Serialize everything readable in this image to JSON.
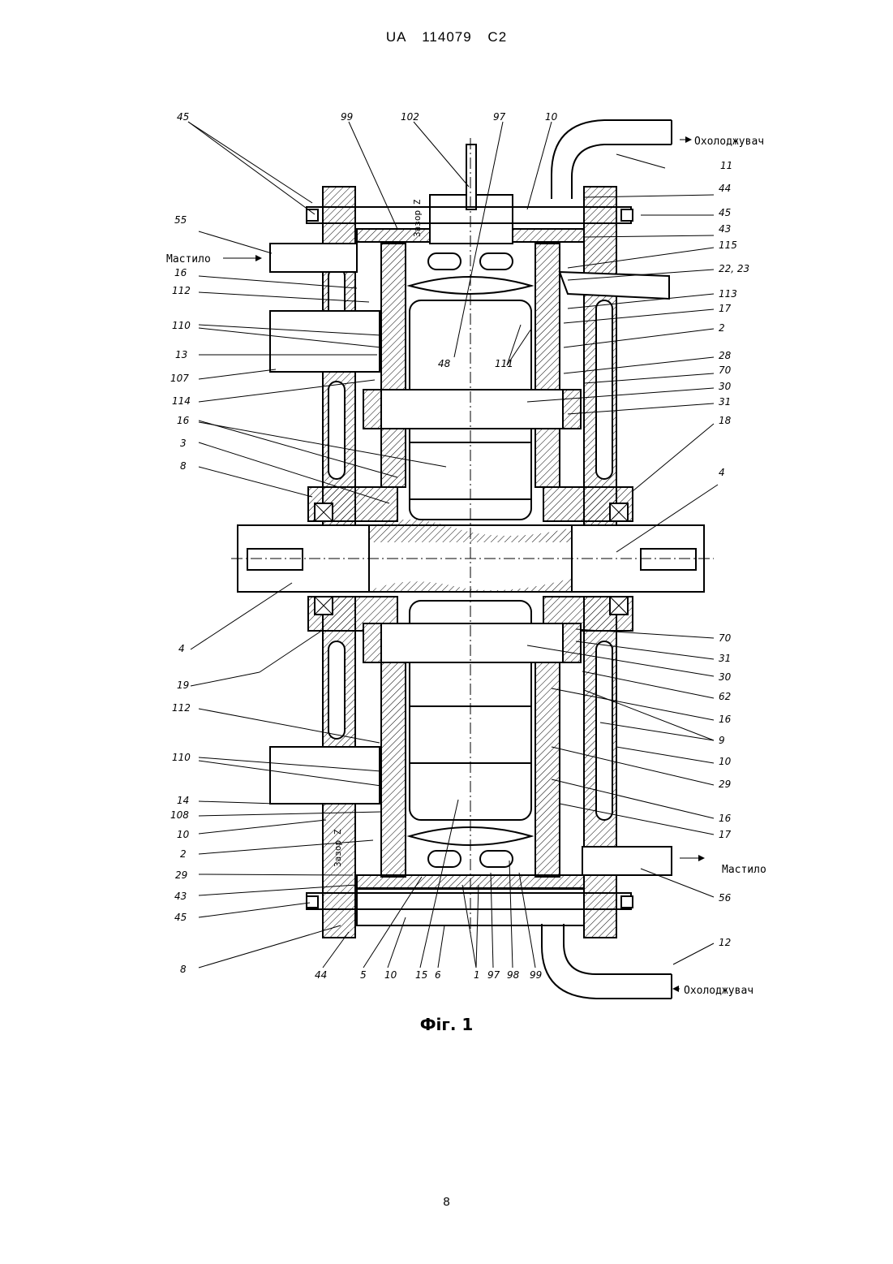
{
  "header": {
    "text": "UA 114079 C2"
  },
  "figure": {
    "caption": "Фіг. 1",
    "annotations": {
      "coolant": "Охолоджувач",
      "lubricant": "Мастило",
      "gap": "Зазор Z"
    },
    "labels_top": [
      "45",
      "99",
      "102",
      "97",
      "10"
    ],
    "labels_left": [
      "55",
      "16",
      "112",
      "110",
      "13",
      "107",
      "114",
      "16",
      "3",
      "8",
      "4",
      "19",
      "112",
      "110",
      "14",
      "108",
      "10",
      "2",
      "29",
      "43",
      "45",
      "8"
    ],
    "labels_right": [
      "11",
      "44",
      "45",
      "43",
      "115",
      "22, 23",
      "113",
      "17",
      "2",
      "28",
      "70",
      "30",
      "31",
      "18",
      "4",
      "70",
      "31",
      "30",
      "62",
      "16",
      "9",
      "10",
      "29",
      "16",
      "17",
      "56",
      "12"
    ],
    "labels_center": [
      "48",
      "111"
    ],
    "labels_bottom": [
      "44",
      "5",
      "10",
      "15",
      "6",
      "1",
      "97",
      "98",
      "99"
    ]
  },
  "page": {
    "number": "8"
  }
}
